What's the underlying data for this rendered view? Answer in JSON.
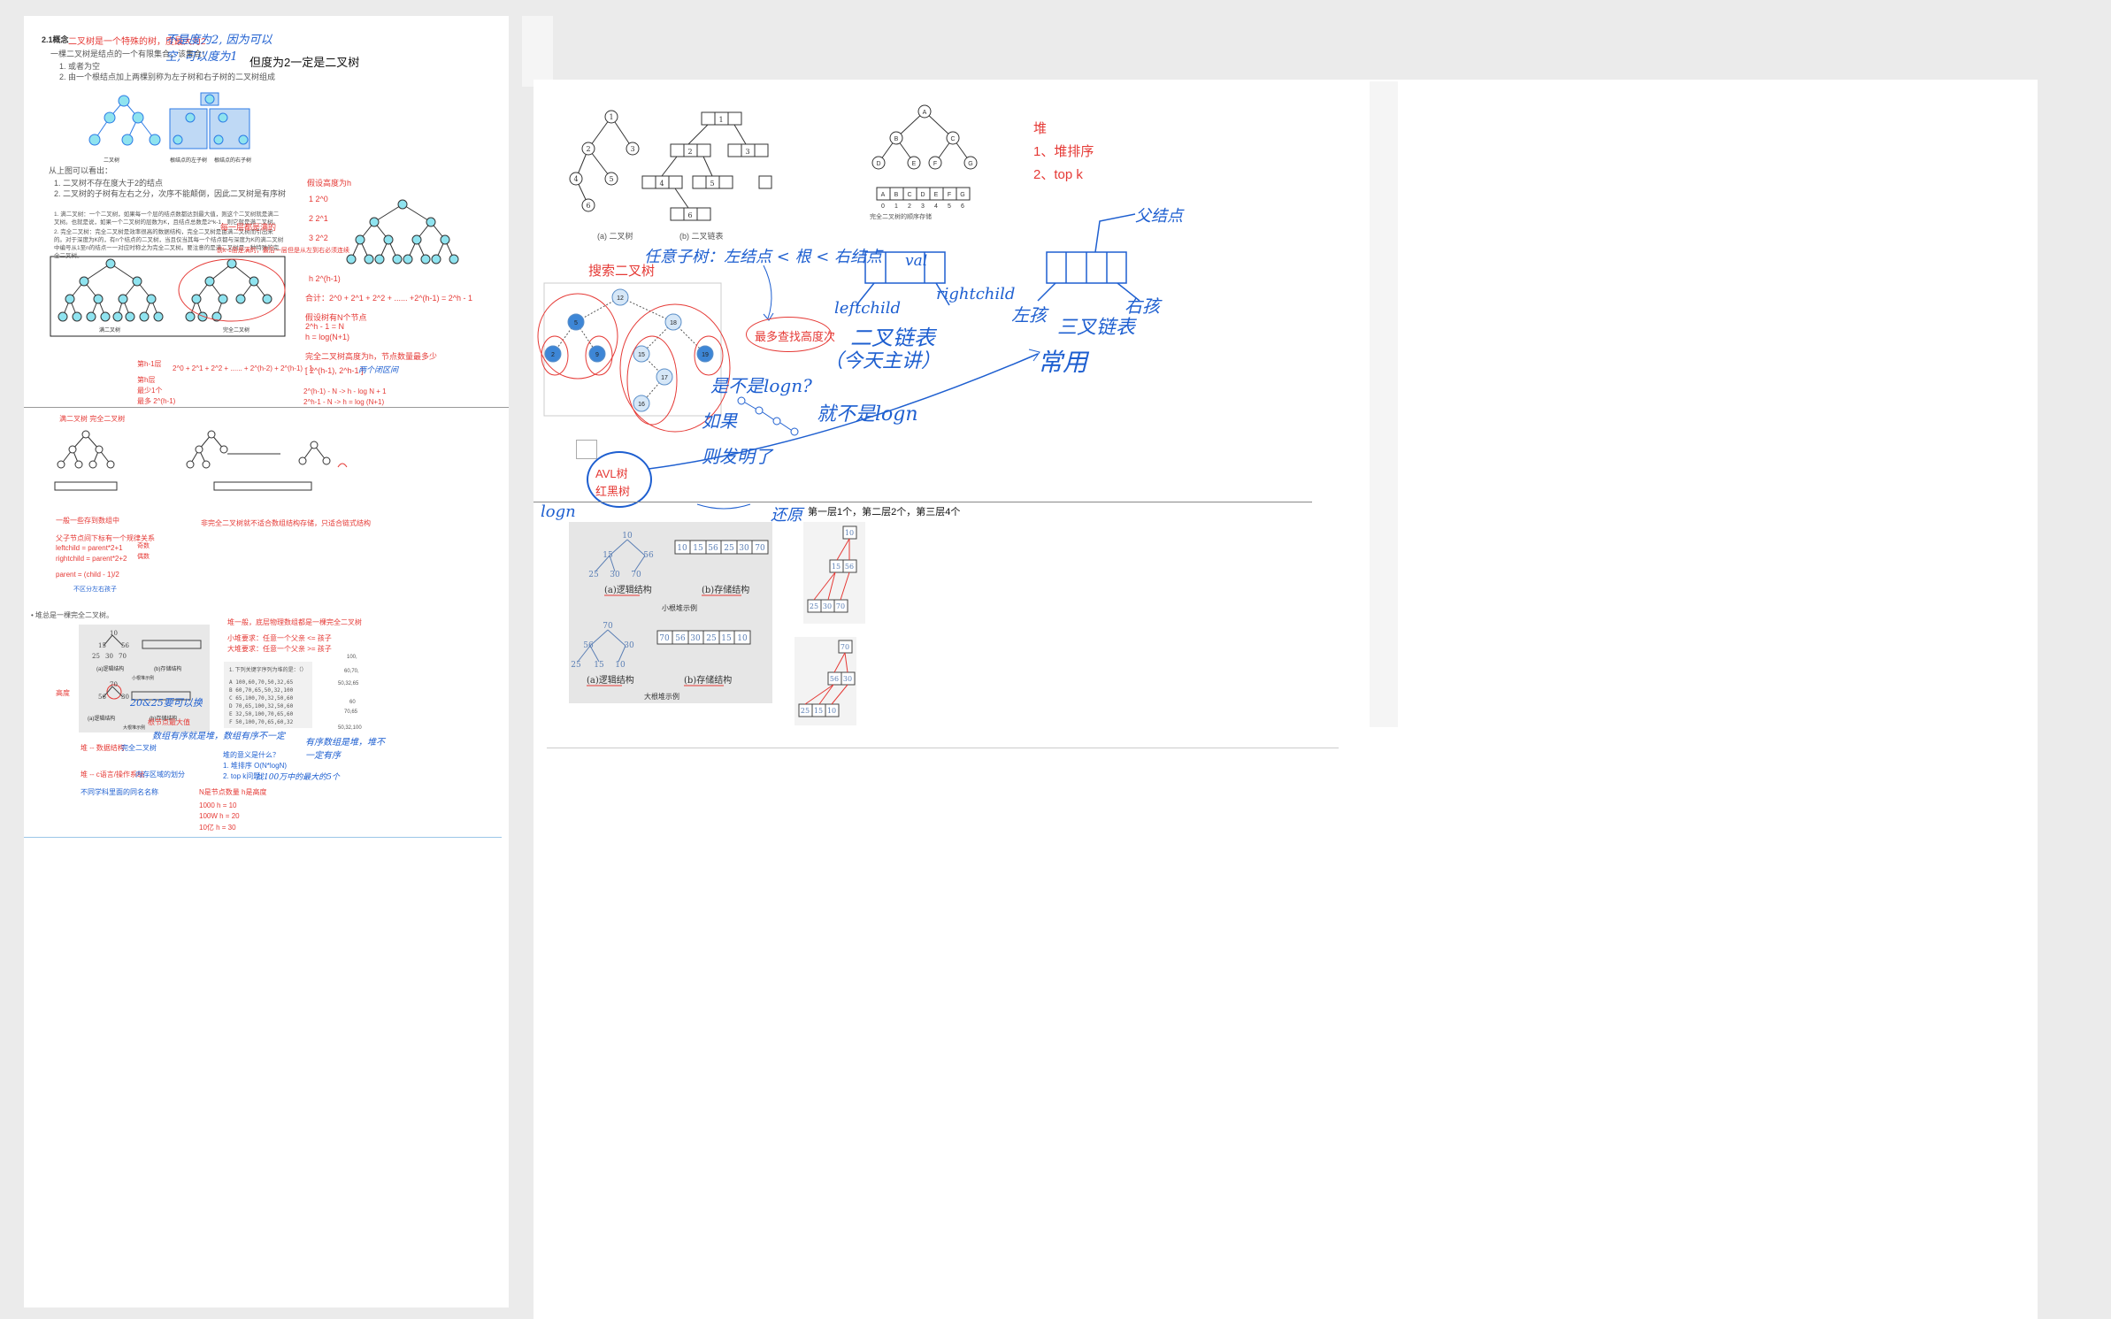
{
  "left_page": {
    "heading_num": "2.1概念",
    "heading_red": "二叉树是一个特殊的树，度最大为2",
    "hand_note_1": "不是度为2, 因为可以空, 可以度为1",
    "big_note": "但度为2一定是二叉树",
    "intro": "一棵二叉树是结点的一个有限集合，该集合：",
    "item1": "1. 或者为空",
    "item2": "2. 由一个根结点加上两棵别称为左子树和右子树的二叉树组成",
    "fig_labels": [
      "二叉树",
      "根结点的左子树",
      "根结点的右子树",
      "根结点"
    ],
    "from_fig": "从上图可以看出：",
    "obs1": "1. 二叉树不存在度大于2的结点",
    "obs2": "2. 二叉树的子树有左右之分，次序不能颠倒，因此二叉树是有序树",
    "full_title": "1. 满二叉树：一个二叉树，如果每一个层的结点数都达到最大值，则这个二叉树就是满二叉树。也就是说，如果一个二叉树的层数为K，且结点总数是2^k-1，则它就是满二叉树。",
    "complete_title": "2. 完全二叉树：完全二叉树是效率很高的数据结构，完全二叉树是由满二叉树而引出来的。对于深度为K的，有n个结点的二叉树，当且仅当其每一个结点都与深度为K的满二叉树中编号从1至n的结点一一对应时称之为完全二叉树。要注意的是满二叉树是一种特殊的完全二叉树。",
    "red_note_last": "前k-1层是满的，最后一层",
    "red_note_last2": "但是从左到右必须连续",
    "every_layer_full": "每一层都是满的",
    "full_tree_label": "满二叉树",
    "complete_tree_label": "完全二叉树",
    "assume_h": "假设高度为h",
    "levels": [
      "1   2^0",
      "2   2^1",
      "3   2^2"
    ],
    "dots": "...",
    "h_level": "h   2^(h-1)",
    "sum": "合计：2^0 + 2^1 + 2^2 + ...... +2^(h-1)  =  2^h - 1",
    "assume_n": "假设树有N个节点",
    "eq1": "2^h - 1 = N",
    "eq2": "h = log(N+1)",
    "complete_h": "完全二叉树高度为h，节点数量最多少",
    "range": "[ 2^(h-1), 2^h-1 ]",
    "range_note": "两个闭区间",
    "sum2": "2^0 + 2^1 + 2^2 + ...... + 2^(h-2) + 2^(h-1)  -  1",
    "hminus1": "第h-1层",
    "last_layer": "第h层",
    "min1": "最少1个",
    "max": "最多 2^(h-1)",
    "logs1": "2^(h-1) - N -> h - log N + 1",
    "logs2": "2^h-1 - N -> h = log (N+1)",
    "seq_title": "满二叉树 完全二叉树",
    "general_store": "一般一些存到数组中",
    "parent_rule": "父子节点间下标有一个规律关系",
    "leftchild": "leftchild = parent*2+1",
    "rightchild": "rightchild = parent*2+2",
    "odd": "奇数",
    "even": "偶数",
    "parent_formula": "parent = (child - 1)/2",
    "no_lr": "不区分左右孩子",
    "non_complete": "非完全二叉树",
    "non_complete_note": "非完全二叉树就不适合数组结构存储，只适合链式结构",
    "heap_bullet": "• 堆总是一棵完全二叉树。",
    "heap_general": "堆一般，底层物理数组都是一棵完全二叉树",
    "small_heap": "小堆要求：任意一个父亲 <= 孩子",
    "big_heap": "大堆要求：任意一个父亲 >= 孩子",
    "quiz_q": "1. 下列关键字序列为堆的是：（）",
    "quiz": [
      "A 100,60,70,50,32,65",
      "B 60,70,65,50,32,100",
      "C 65,100,70,32,50,60",
      "D 70,65,100,32,50,60",
      "E 32,50,100,70,65,60",
      "F 50,100,70,65,60,32"
    ],
    "heap_struct": [
      "(a)逻辑结构",
      "(b)存储结构"
    ],
    "small_heap_example": "小根堆示例",
    "big_heap_example": "大根堆示例",
    "height_label": "高度",
    "hand_swap": "20&25要可以换",
    "hand_big": "根节点最大值",
    "hand_sort": "数组有序就是堆，数组有序不一定",
    "hand_ordered": "有序数组是堆，堆不一定有序",
    "heap_ds": "堆 -- 数据结构",
    "complete_bt": "完全二叉树",
    "heap_os": "堆 -- c语言/操作系统",
    "mem_region": "内存区域的划分",
    "diff_subject": "不同学科里面的同名名称",
    "heap_meaning": "堆的意义是什么？",
    "heap_sort": "1. 堆排序       O(N*logN)",
    "topk": "2. top k问题",
    "topk_note": "找100万中的最大的5个",
    "n_nodes": "N是节点数量   h是高度",
    "n_rows": [
      "1000   h = 10",
      "100W   h = 20",
      "10亿    h = 30"
    ],
    "seq_labels": [
      "100,",
      "60,70,",
      "50,32,65",
      "60",
      "70,65",
      "50,32,100"
    ]
  },
  "right_page": {
    "fig_a": "(a) 二叉树",
    "fig_b": "(b) 二叉链表",
    "fig_c": "完全二叉树的顺序存储",
    "heap_title": "堆",
    "heap_items": [
      "1、堆排序",
      "2、top k"
    ],
    "bst": "搜索二叉树",
    "bst_note": "任意子树：左结点 < 根 < 右结点",
    "max_search": "最多查找高度次",
    "val": "val",
    "leftchild": "leftchild",
    "rightchild": "rightchild",
    "binary_linked": "二叉链表",
    "today": "（今天主讲）",
    "parent_node": "父结点",
    "left_child": "左孩",
    "right_child": "右孩",
    "tri_linked": "三叉链表",
    "common": "常用",
    "is_logn": "是不是logn?",
    "ru_guo": "如果",
    "degenerate": "就不是logn",
    "invented": "则发明了",
    "avl": "AVL树",
    "rb": "红黑树",
    "logn": "logn",
    "restore": "还原",
    "layers": "第一层1个，第二层2个，第三层4个",
    "small_heap_arr": [
      "10",
      "15",
      "56",
      "25",
      "30",
      "70"
    ],
    "big_heap_arr": [
      "70",
      "56",
      "30",
      "25",
      "15",
      "10"
    ],
    "struct_a": "(a)逻辑结构",
    "struct_b": "(b)存储结构",
    "small_example": "小根堆示例",
    "big_example": "大根堆示例",
    "bst_nodes": [
      "12",
      "5",
      "18",
      "2",
      "9",
      "15",
      "19",
      "17",
      "16"
    ],
    "chain_cells": [
      "1",
      "2",
      "3",
      "4",
      "5",
      "6"
    ],
    "seq_cells": [
      "A",
      "B",
      "C",
      "D",
      "E",
      "F",
      "G"
    ],
    "seq_idx": [
      "0",
      "1",
      "2",
      "3",
      "4",
      "5",
      "6"
    ],
    "tree_nodes": [
      "1",
      "2",
      "3",
      "4",
      "5",
      "6"
    ],
    "heap_nodes_small": [
      "10",
      "15",
      "56",
      "25",
      "30",
      "70"
    ],
    "heap_nodes_big": [
      "70",
      "56",
      "30",
      "25",
      "15",
      "10"
    ],
    "dist_small": [
      "10",
      "15",
      "56",
      "25",
      "30",
      "70"
    ],
    "dist_big": [
      "70",
      "56",
      "30",
      "25",
      "15",
      "10"
    ],
    "node_nums": [
      "0",
      "1",
      "2",
      "3",
      "4",
      "5",
      "6"
    ]
  }
}
